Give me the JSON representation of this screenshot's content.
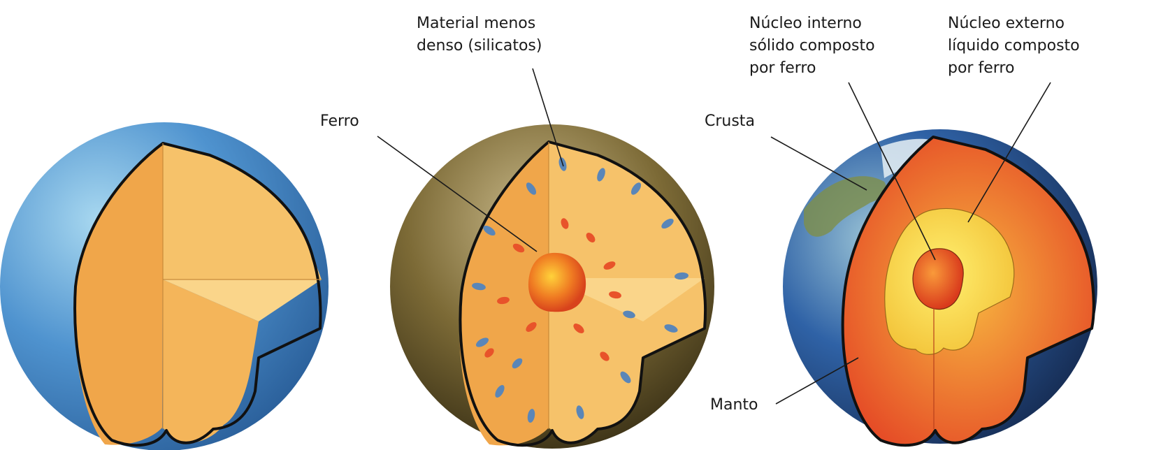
{
  "labels": {
    "material_menos_denso_1": "Material menos",
    "material_menos_denso_2": "denso (silicatos)",
    "ferro": "Ferro",
    "nucleo_interno_1": "Núcleo interno",
    "nucleo_interno_2": "sólido composto",
    "nucleo_interno_3": "por ferro",
    "nucleo_externo_1": "Núcleo externo",
    "nucleo_externo_2": "líquido composto",
    "nucleo_externo_3": "por ferro",
    "crusta": "Crusta",
    "manto": "Manto"
  },
  "colors": {
    "sphere1_blue": "#4f93cf",
    "sphere2_olive": "#7c6a36",
    "cut_orange": "#f0a64a",
    "cut_light": "#f6c26a",
    "mantle_red": "#e8502a",
    "outer_core_yellow": "#f8d84a",
    "inner_core": "#e74a22",
    "earth_blue": "#2f62a6"
  }
}
